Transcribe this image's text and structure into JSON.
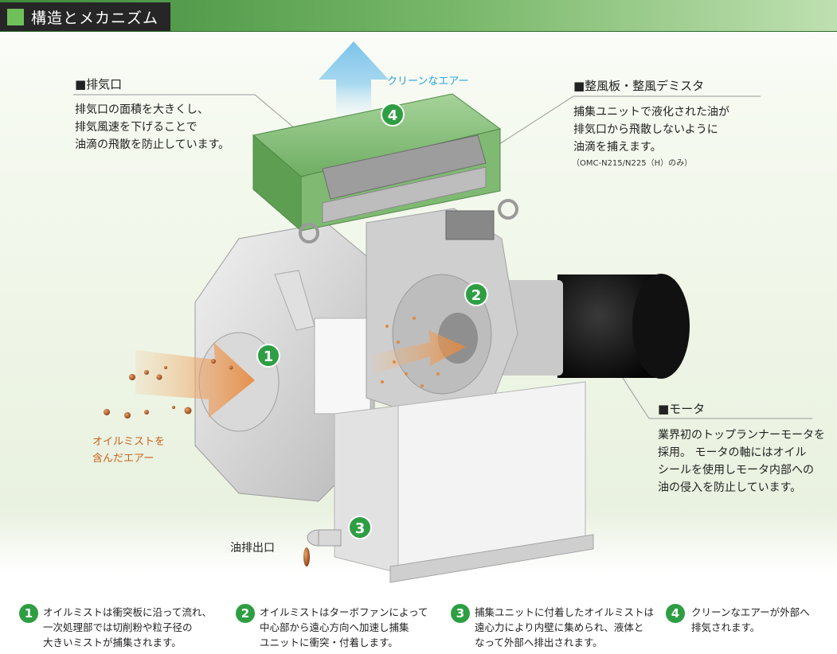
{
  "header": {
    "title": "構造とメカニズム"
  },
  "labels": {
    "exhaust": {
      "title": "■排気口",
      "lines": [
        "排気口の面積を大きくし、",
        "排気風速を下げることで",
        "油滴の飛散を防止しています。"
      ]
    },
    "clean_air": "クリーンなエアー",
    "demister": {
      "title": "■整風板・整風デミスタ",
      "lines": [
        "捕集ユニットで液化された油が",
        "排気口から飛散しないように",
        "油滴を捕えます。"
      ],
      "note": "（OMC-N215/N225（H）のみ）"
    },
    "motor": {
      "title": "■モータ",
      "lines": [
        "業界初のトップランナーモータを",
        "採用。 モータの軸にはオイル",
        "シールを使用しモータ内部への",
        "油の侵入を防止しています。"
      ]
    },
    "oil_mist_air": [
      "オイルミストを",
      "含んだエアー"
    ],
    "drain": "油排出口"
  },
  "markers": [
    "1",
    "2",
    "3",
    "4"
  ],
  "steps": [
    {
      "num": "1",
      "lines": [
        "オイルミストは衝突板に沿って流れ、",
        "一次処理部では切削粉や粒子径の",
        "大きいミストが捕集されます。"
      ]
    },
    {
      "num": "2",
      "lines": [
        "オイルミストはターボファンによって",
        "中心部から遠心方向へ加速し捕集",
        "ユニットに衝突・付着します。"
      ]
    },
    {
      "num": "3",
      "lines": [
        "捕集ユニットに付着したオイルミストは",
        "遠心力により内壁に集められ、液体と",
        "なって外部へ排出されます。"
      ]
    },
    {
      "num": "4",
      "lines": [
        "クリーンなエアーが外部へ",
        "排気されます。"
      ]
    }
  ],
  "colors": {
    "accent_green": "#2e9e43",
    "header_dark": "#262626",
    "air_blue": "#2aa3d6",
    "mist_orange": "#c8631c"
  }
}
